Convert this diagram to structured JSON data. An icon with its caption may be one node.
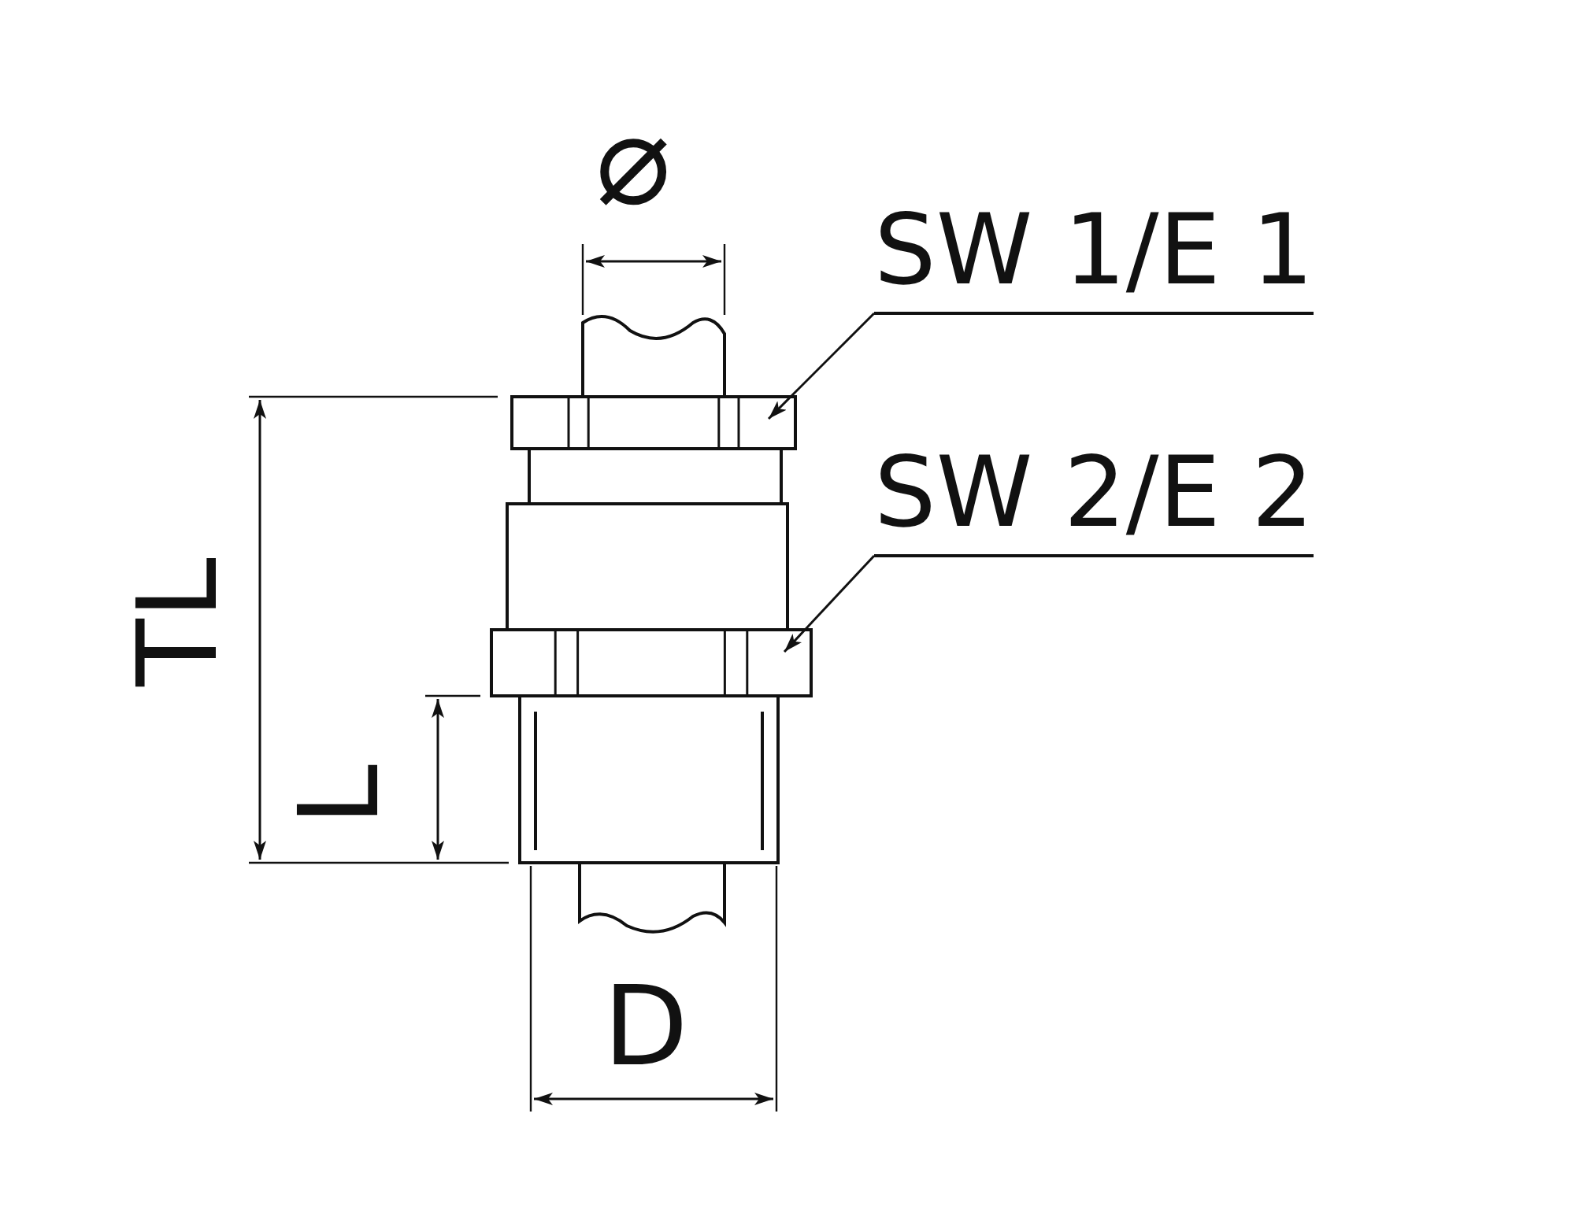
{
  "diagram": {
    "nodes": [
      {
        "text": [
          "SW 1/E 1"
        ]
      },
      {
        "text": [],
        "shape": "picture"
      },
      {
        "text": [
          "SW 2/E 2"
        ]
      },
      {
        "text": [],
        "shape": "picture"
      }
    ],
    "edges": [
      {
        "from": 0,
        "to": 1,
        "arrow": "to"
      },
      {
        "from": 2,
        "to": 3,
        "arrow": "to"
      }
    ],
    "labels": [
      "⌀",
      "TL",
      "L",
      "D"
    ]
  }
}
